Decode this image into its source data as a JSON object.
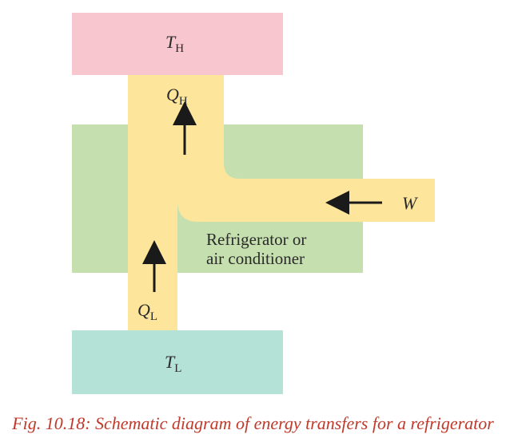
{
  "diagram": {
    "hot_reservoir": {
      "symbol": "T",
      "subscript": "H",
      "color": "#f7c6cf"
    },
    "cold_reservoir": {
      "symbol": "T",
      "subscript": "L",
      "color": "#b5e2d6"
    },
    "device": {
      "label_line1": "Refrigerator or",
      "label_line2": "air conditioner",
      "color": "#c5dfae"
    },
    "flow_color": "#fde59c",
    "heat_out": {
      "symbol": "Q",
      "subscript": "H"
    },
    "heat_in": {
      "symbol": "Q",
      "subscript": "L"
    },
    "work_in": {
      "symbol": "W"
    }
  },
  "caption": "Fig. 10.18: Schematic diagram of energy transfers for a refrigerator"
}
